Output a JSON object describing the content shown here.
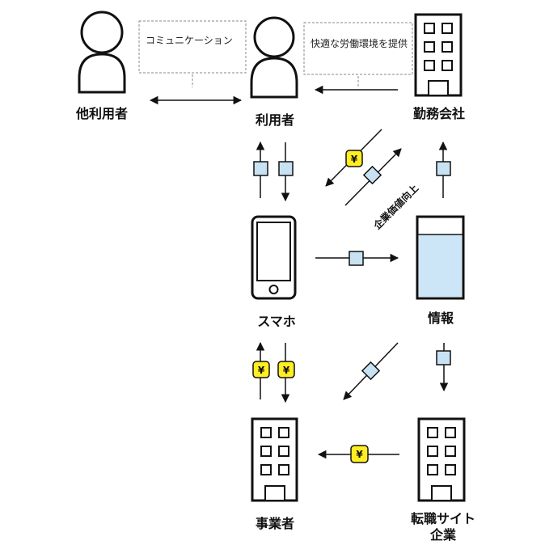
{
  "nodes": {
    "other_users": "他利用者",
    "user": "利用者",
    "company": "勤務会社",
    "smartphone": "スマホ",
    "information": "情報",
    "business": "事業者",
    "job_site_1": "転職サイト",
    "job_site_2": "企業"
  },
  "notes": {
    "communication": "コミュニケーション",
    "environment": "快適な労働環境を提供"
  },
  "annotations": {
    "value_up": "企業価値向上"
  },
  "symbols": {
    "yen": "¥"
  },
  "colors": {
    "stroke": "#111111",
    "data_square": "#c8e2f4",
    "yen_badge": "#ffee22",
    "info_fill": "#cde6f7",
    "note_border": "#888888"
  },
  "icons": [
    "person-icon",
    "building-icon",
    "smartphone-icon",
    "info-doc-icon",
    "yen-icon",
    "data-icon"
  ]
}
